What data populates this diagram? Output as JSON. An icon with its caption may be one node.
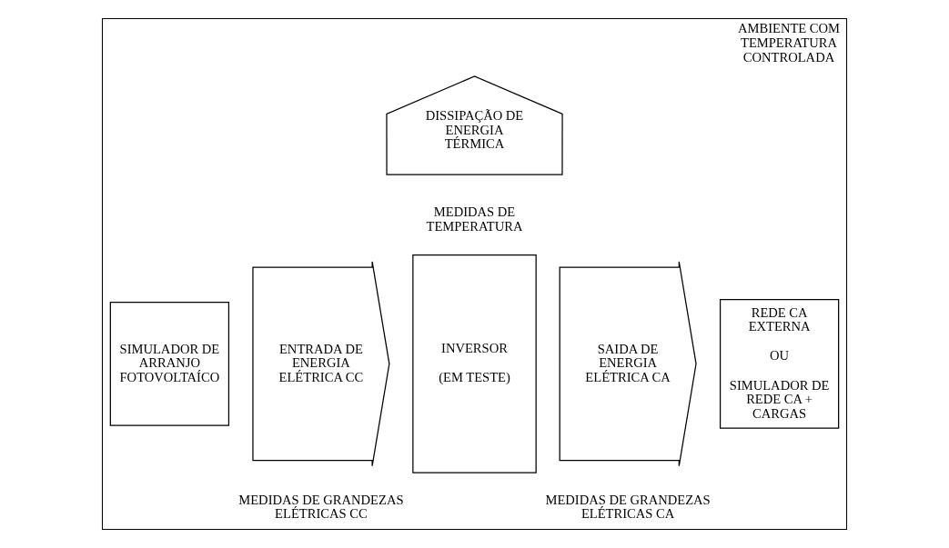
{
  "diagram": {
    "nodes": [
      {
        "text": [
          "AMBIENTE COM TEMPERATURA CONTROLADA"
        ]
      },
      {
        "text": [
          "DISSIPAÇÃO DE ENERGIA TÉRMICA"
        ],
        "in": 0
      },
      {
        "text": [
          "SIMULADOR DE ARRANJO FOTOVOLTAÍCO"
        ],
        "in": 0
      },
      {
        "text": [
          "ENTRADA DE ENERGIA ELÉTRICA CC"
        ],
        "in": 0,
        "beside": [
          "MEDIDAS DE GRANDEZAS ELÉTRICAS CC"
        ]
      },
      {
        "text": [
          "INVERSOR",
          "(EM TESTE)"
        ],
        "in": 0,
        "beside": [
          "MEDIDAS DE TEMPERATURA"
        ]
      },
      {
        "text": [
          "SAIDA DE ENERGIA ELÉTRICA CA"
        ],
        "in": 0,
        "beside": [
          "MEDIDAS DE GRANDEZAS ELÉTRICAS CA"
        ]
      },
      {
        "text": [
          "REDE CA EXTERNA",
          "OU",
          "SIMULADOR DE REDE CA + CARGAS"
        ],
        "in": 0
      }
    ]
  }
}
